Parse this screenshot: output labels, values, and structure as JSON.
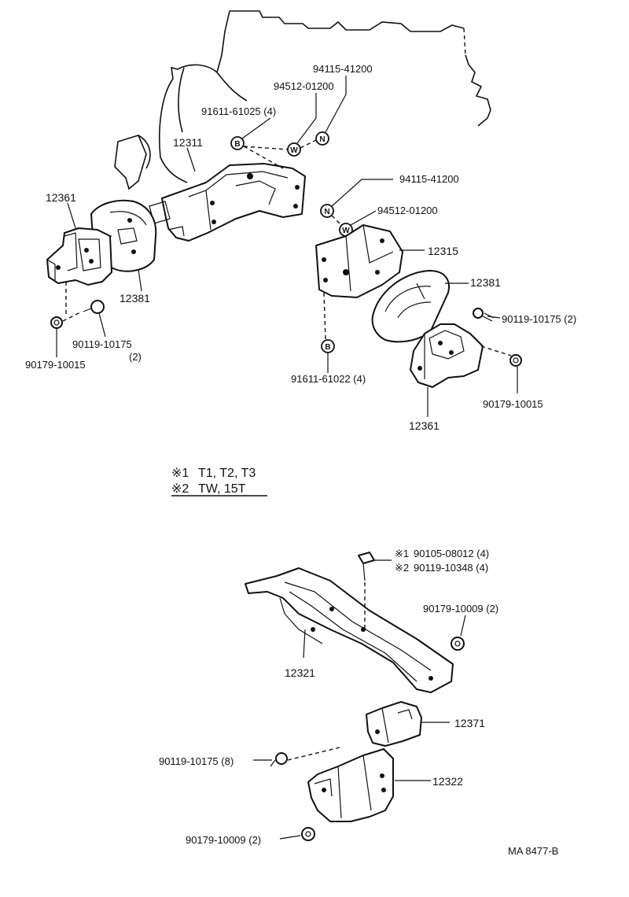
{
  "legend": {
    "line1_mark": "※1",
    "line1_text": "T1, T2, T3",
    "line2_mark": "※2",
    "line2_text": "TW, 15T"
  },
  "symbols": {
    "bolt": "B",
    "washer": "W",
    "nut": "N"
  },
  "labels": {
    "p94115_top": "94115-41200",
    "p94512_top": "94512-01200",
    "p91611_top": "91611-61025 (4)",
    "p12311": "12311",
    "p12361_left": "12361",
    "p12381_left": "12381",
    "p90119_left": "90119-10175",
    "p90119_left_qty": "(2)",
    "p90179_left": "90179-10015",
    "p94115_right": "94115-41200",
    "p94512_right": "94512-01200",
    "p12315": "12315",
    "p12381_right": "12381",
    "p90119_right": "90119-10175 (2)",
    "p91611_right": "91611-61022 (4)",
    "p90179_right": "90179-10015",
    "p12361_right": "12361",
    "p90105": "90105-08012 (4)",
    "p90105_mark": "※1",
    "p90119_348": "90119-10348 (4)",
    "p90119_348_mark": "※2",
    "p90179_009_top": "90179-10009 (2)",
    "p12321": "12321",
    "p12371": "12371",
    "p90119_8": "90119-10175 (8)",
    "p12322": "12322",
    "p90179_009_bot": "90179-10009 (2)",
    "ref_code": "MA  8477-B"
  }
}
